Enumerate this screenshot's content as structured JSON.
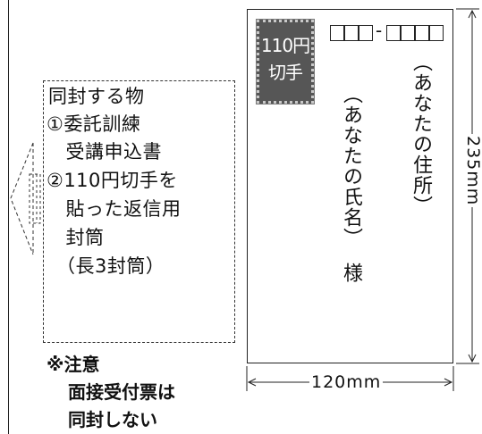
{
  "contents_box": {
    "lines": [
      "同封する物",
      "①委託訓練",
      "　受講申込書",
      "②110円切手を",
      "　貼った返信用",
      "　封筒",
      "　（長3封筒）"
    ]
  },
  "caution": {
    "title": "※注意",
    "line1": "面接受付票は",
    "line2": "同封しない"
  },
  "envelope": {
    "stamp_line1": "110円",
    "stamp_line2": "切手",
    "zip_hyphen": "-",
    "address": "（あなたの住所）",
    "name": "（あなたの氏名）",
    "honorific": "様"
  },
  "dimensions": {
    "width_label": "120mm",
    "height_label": "235mm"
  }
}
